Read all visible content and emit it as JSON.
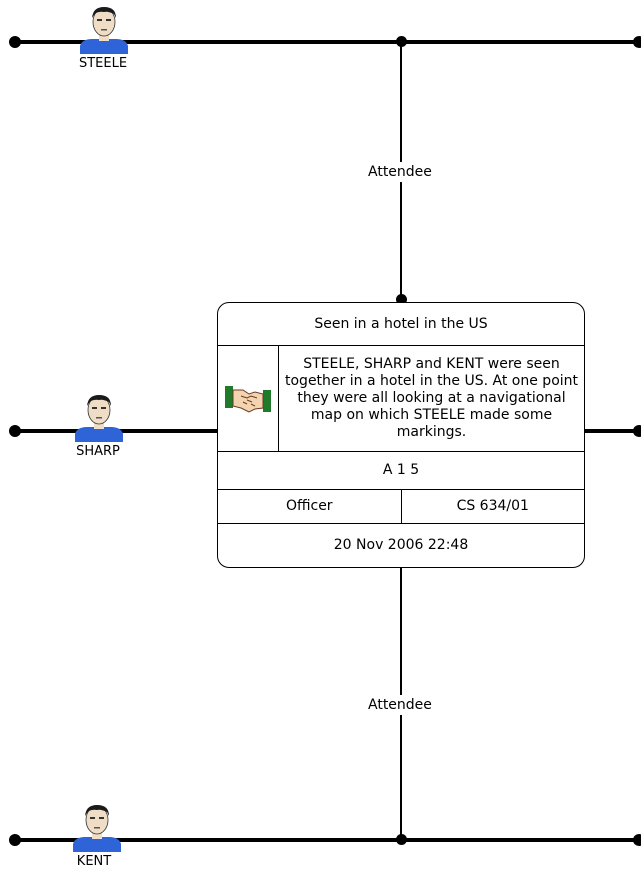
{
  "people": {
    "steele": {
      "name": "STEELE"
    },
    "sharp": {
      "name": "SHARP"
    },
    "kent": {
      "name": "KENT"
    }
  },
  "links": {
    "top_label": "Attendee",
    "bottom_label": "Attendee"
  },
  "event": {
    "title": "Seen in a hotel in the US",
    "description": "STEELE, SHARP and KENT were seen together in a hotel in the US. At one point they were all looking at a navigational map on which STEELE made some markings.",
    "grading": "A 1 5",
    "source_role": "Officer",
    "reference": "CS 634/01",
    "datetime": "20 Nov 2006 22:48",
    "icon": "handshake-icon"
  }
}
